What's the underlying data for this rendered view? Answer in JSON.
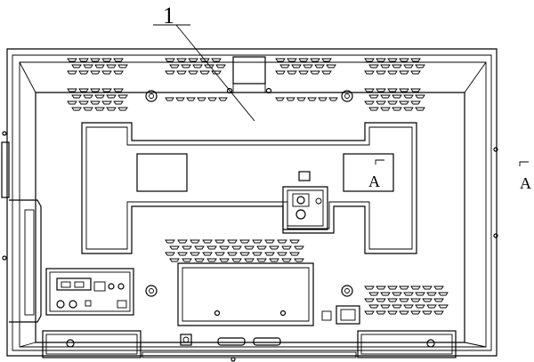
{
  "callouts": {
    "part_number": "1",
    "section_mark_inner": "A",
    "section_mark_outer": "A"
  },
  "colors": {
    "stroke": "#000000",
    "background": "#ffffff"
  }
}
